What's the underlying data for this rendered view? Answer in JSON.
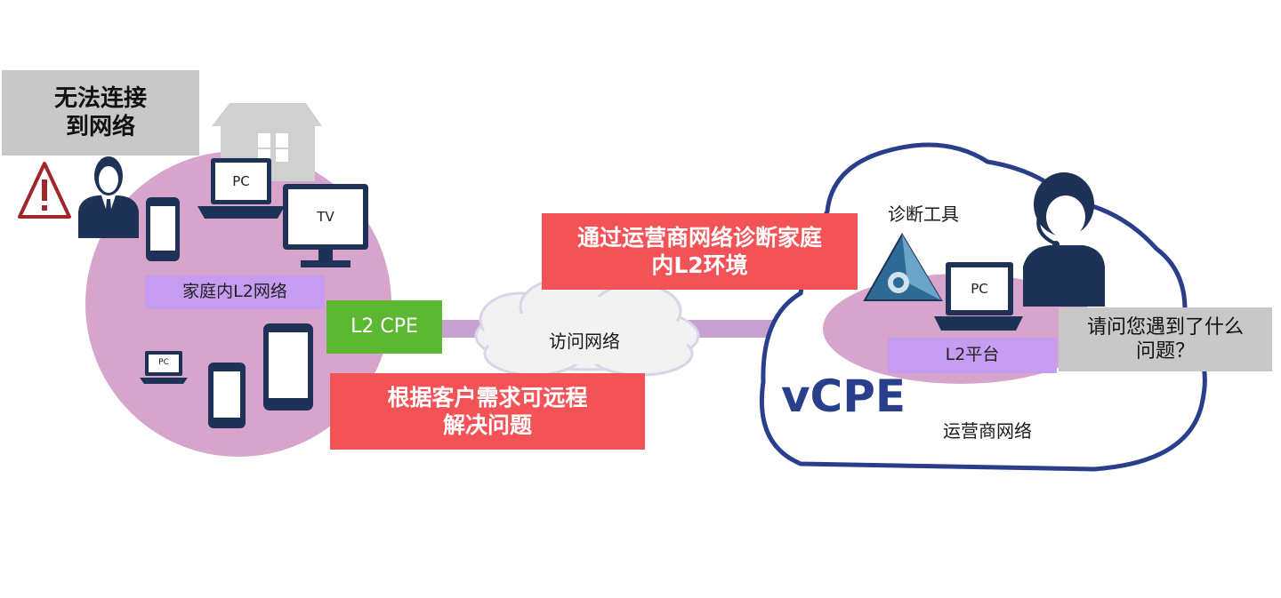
{
  "home": {
    "alert_text": "无法连接\n到网络",
    "network_label": "家庭内L2网络",
    "pc_label": "PC",
    "tv_label": "TV",
    "small_pc_label": "PC"
  },
  "link": {
    "cpe_label": "L2 CPE",
    "access_network": "访问网络"
  },
  "callouts": {
    "diagnose": "通过运营商网络诊断家庭\n内L2环境",
    "remote": "根据客户需求可远程\n解决问题"
  },
  "operator": {
    "tool_label": "诊断工具",
    "platform_pc": "PC",
    "platform_label": "L2平台",
    "question": "请问您遇到了什么\n问题？",
    "vcpe": "vCPE",
    "network_label": "运营商网络"
  },
  "colors": {
    "navy": "#1e3258",
    "pink": "#d7a4cc",
    "red": "#f35257",
    "green": "#5cb832",
    "purple": "#c69cf0",
    "cloud_border": "#2a3f8c"
  }
}
